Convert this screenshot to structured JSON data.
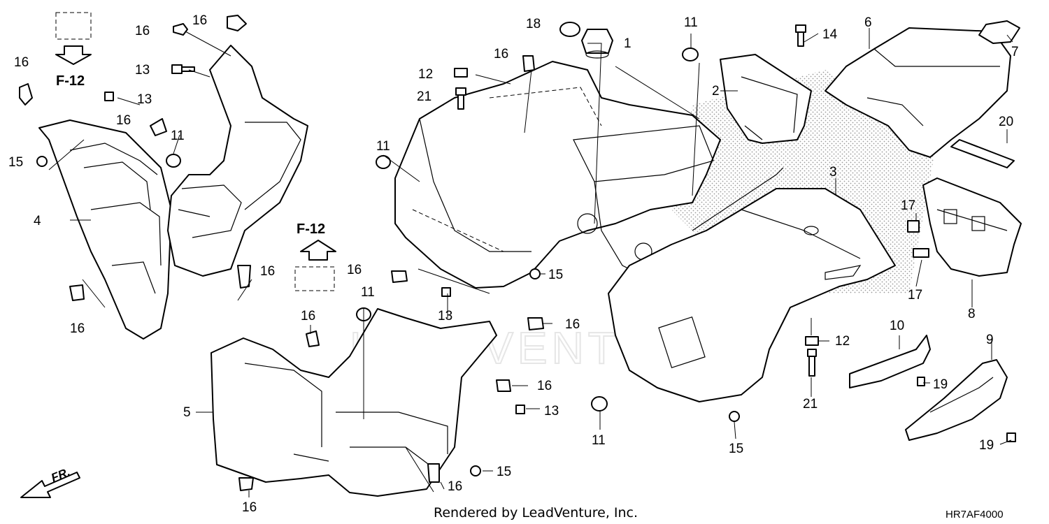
{
  "diagram": {
    "callouts": {
      "p1": "1",
      "p2": "2",
      "p3": "3",
      "p4": "4",
      "p5": "5",
      "p6": "6",
      "p7": "7",
      "p8": "8",
      "p9": "9",
      "p10": "10",
      "p11": "11",
      "p12": "12",
      "p13": "13",
      "p14": "14",
      "p15": "15",
      "p16": "16",
      "p17": "17",
      "p18": "18",
      "p19": "19",
      "p20": "20",
      "p21": "21"
    },
    "section_refs": [
      "F-12",
      "F-12"
    ],
    "direction_label": "FR.",
    "footer_text": "Rendered by LeadVenture, Inc.",
    "diagram_code": "HR7AF4000",
    "watermark_text": "LEADVENTURE"
  }
}
